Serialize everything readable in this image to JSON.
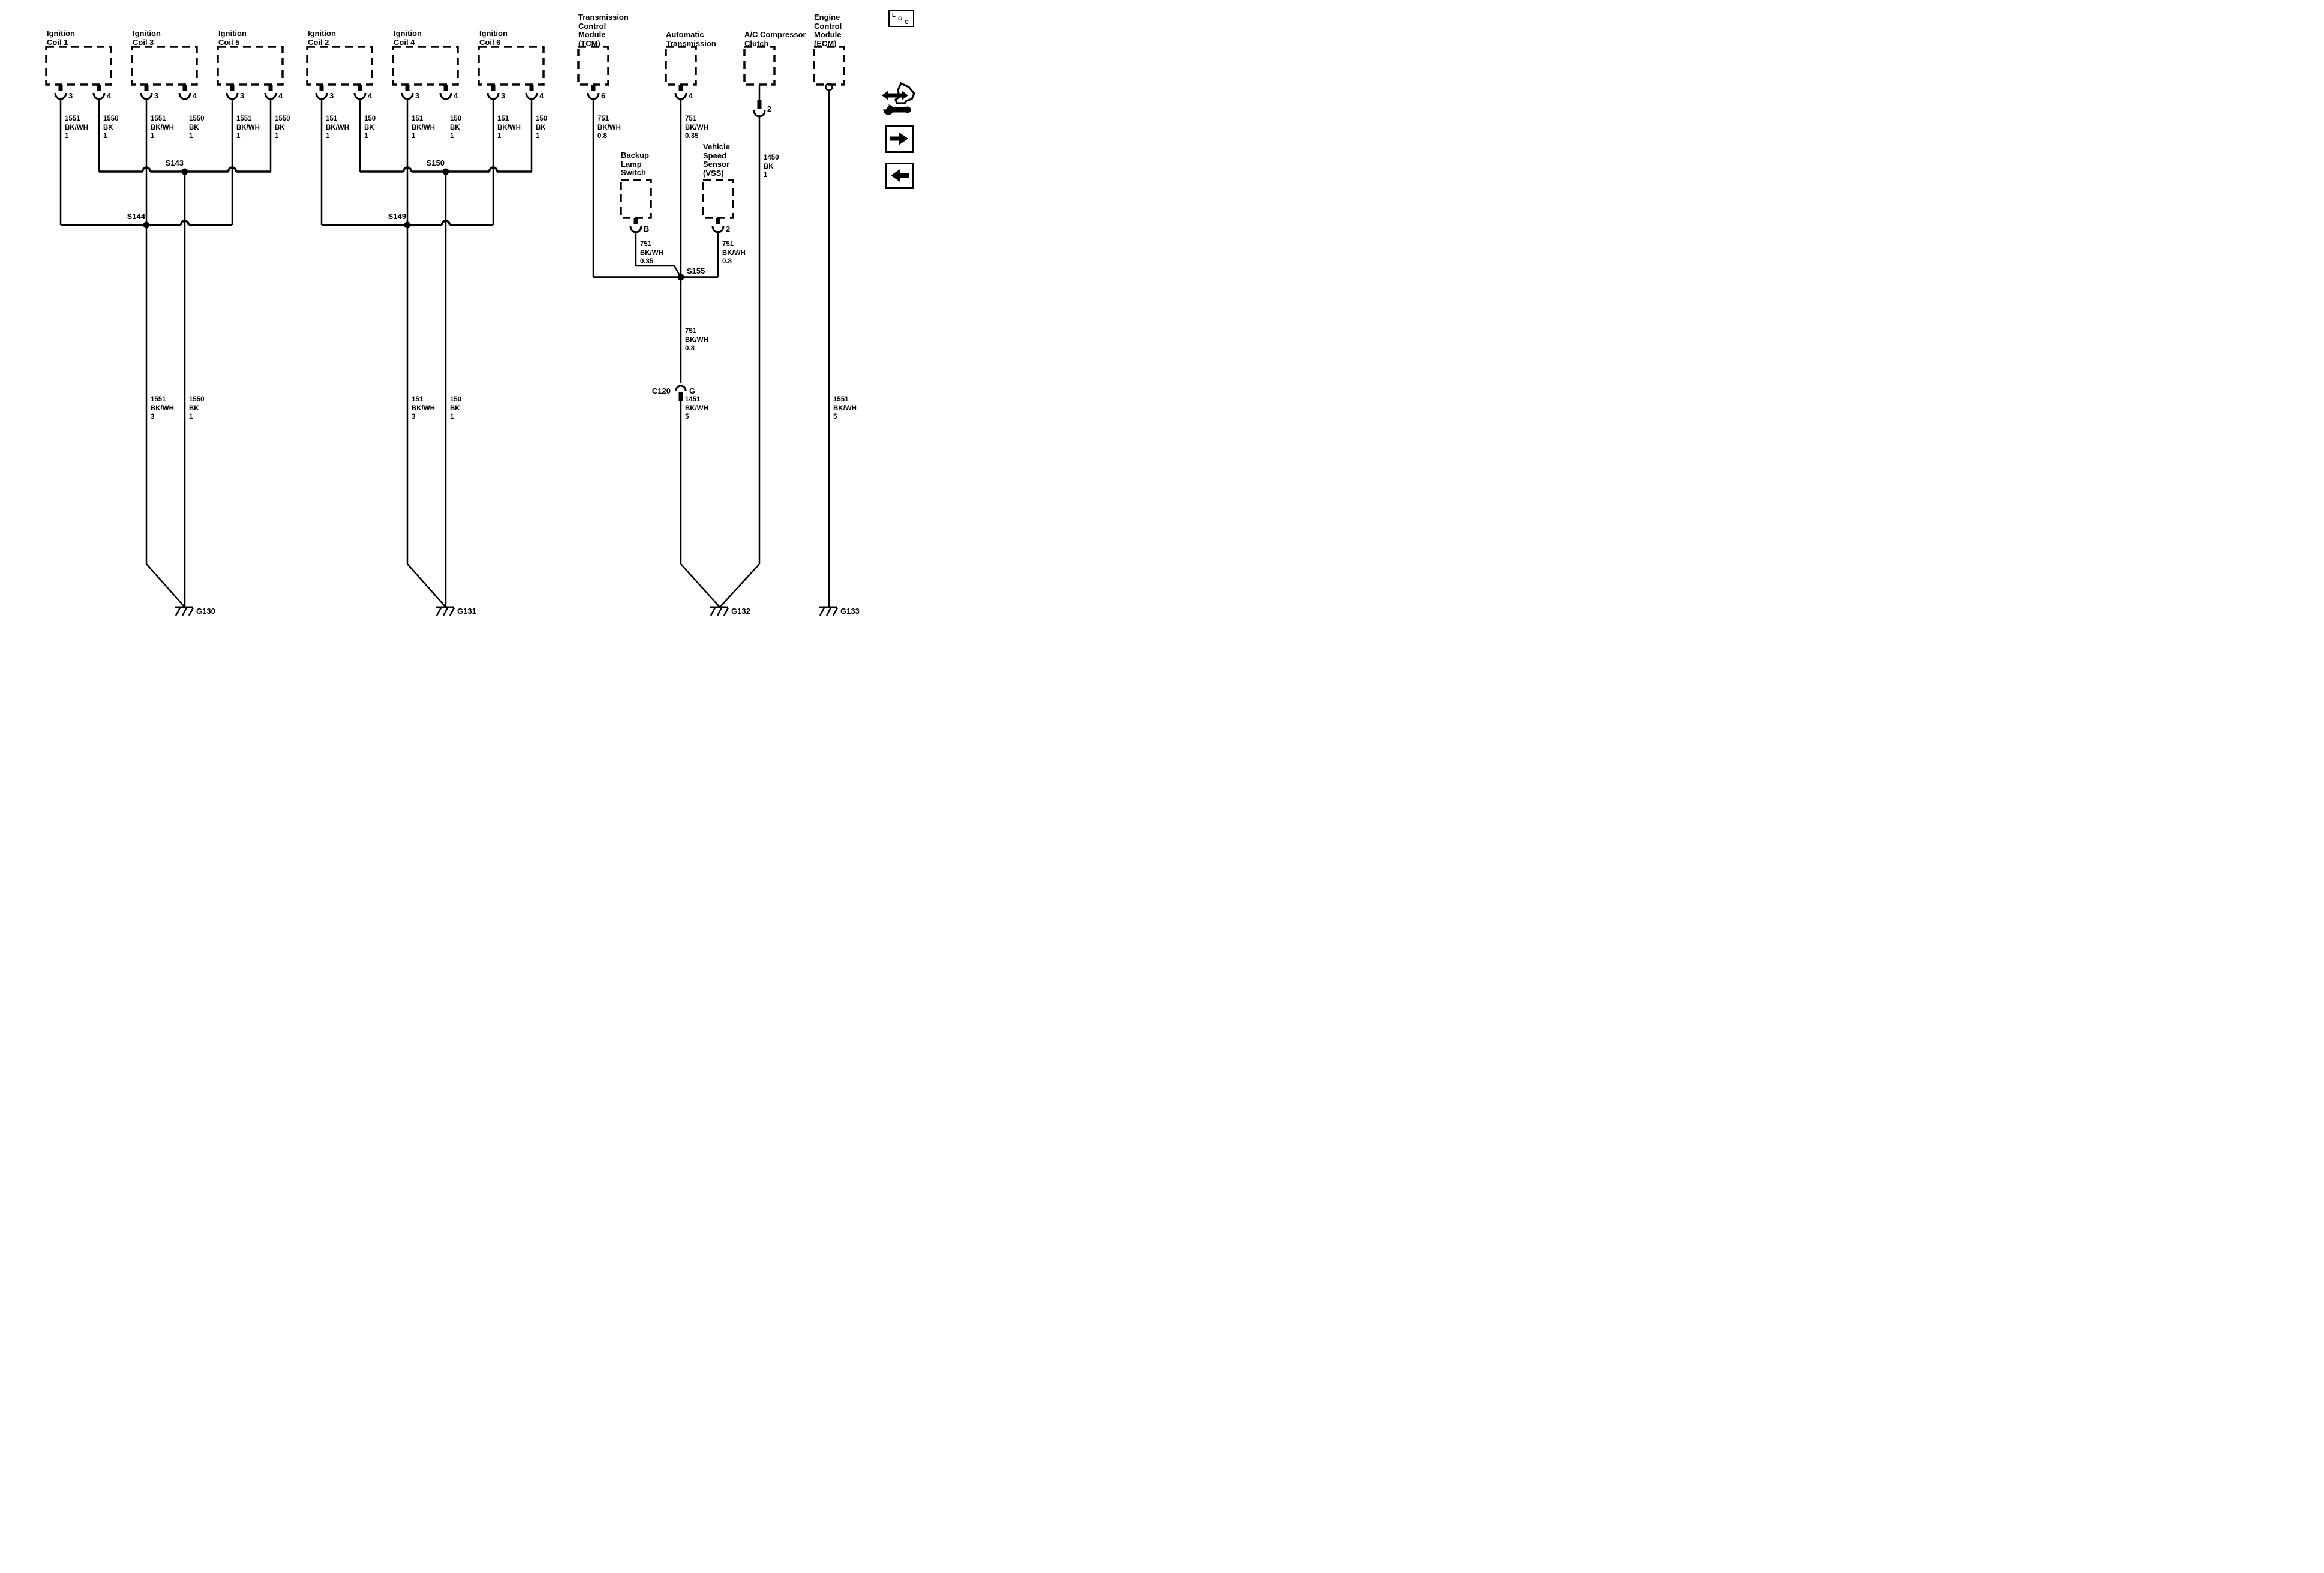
{
  "colors": {
    "ink": "#000000",
    "background": "#ffffff"
  },
  "coils": [
    {
      "name": [
        "Ignition",
        "Coil 1"
      ],
      "pins": [
        "3",
        "4"
      ],
      "wire_a": [
        "1551",
        "BK/WH",
        "1"
      ],
      "wire_b": [
        "1550",
        "BK",
        "1"
      ]
    },
    {
      "name": [
        "Ignition",
        "Coil 3"
      ],
      "pins": [
        "3",
        "4"
      ],
      "wire_a": [
        "1551",
        "BK/WH",
        "1"
      ],
      "wire_b": [
        "1550",
        "BK",
        "1"
      ]
    },
    {
      "name": [
        "Ignition",
        "Coil 5"
      ],
      "pins": [
        "3",
        "4"
      ],
      "wire_a": [
        "1551",
        "BK/WH",
        "1"
      ],
      "wire_b": [
        "1550",
        "BK",
        "1"
      ]
    },
    {
      "name": [
        "Ignition",
        "Coil 2"
      ],
      "pins": [
        "3",
        "4"
      ],
      "wire_a": [
        "151",
        "BK/WH",
        "1"
      ],
      "wire_b": [
        "150",
        "BK",
        "1"
      ]
    },
    {
      "name": [
        "Ignition",
        "Coil 4"
      ],
      "pins": [
        "3",
        "4"
      ],
      "wire_a": [
        "151",
        "BK/WH",
        "1"
      ],
      "wire_b": [
        "150",
        "BK",
        "1"
      ]
    },
    {
      "name": [
        "Ignition",
        "Coil 6"
      ],
      "pins": [
        "3",
        "4"
      ],
      "wire_a": [
        "151",
        "BK/WH",
        "1"
      ],
      "wire_b": [
        "150",
        "BK",
        "1"
      ]
    }
  ],
  "splices": {
    "s143": "S143",
    "s144": "S144",
    "s149": "S149",
    "s150": "S150",
    "s155": "S155"
  },
  "trunks": {
    "left_a": [
      "1551",
      "BK/WH",
      "3"
    ],
    "left_b": [
      "1550",
      "BK",
      "1"
    ],
    "mid_a": [
      "151",
      "BK/WH",
      "3"
    ],
    "mid_b": [
      "150",
      "BK",
      "1"
    ]
  },
  "modules": {
    "tcm": {
      "name": [
        "Transmission",
        "Control",
        "Module",
        "(TCM)"
      ],
      "pin": "6",
      "wire": [
        "751",
        "BK/WH",
        "0.8"
      ]
    },
    "auto_trans": {
      "name": [
        "Automatic",
        "Transmission"
      ],
      "pin": "4",
      "wire": [
        "751",
        "BK/WH",
        "0.35"
      ]
    },
    "backup": {
      "name": [
        "Backup",
        "Lamp",
        "Switch"
      ],
      "pin": "B",
      "wire": [
        "751",
        "BK/WH",
        "0.35"
      ]
    },
    "vss": {
      "name": [
        "Vehicle",
        "Speed",
        "Sensor",
        "(VSS)"
      ],
      "pin": "2",
      "wire": [
        "751",
        "BK/WH",
        "0.8"
      ]
    },
    "ac": {
      "name": [
        "A/C Compressor",
        "Clutch"
      ],
      "pin": "2",
      "wire": [
        "1450",
        "BK",
        "1"
      ]
    },
    "ecm": {
      "name": [
        "Engine",
        "Control",
        "Module",
        "(ECM)"
      ],
      "wire": [
        "1551",
        "BK/WH",
        "5"
      ]
    }
  },
  "c120": {
    "label": "C120",
    "pin": "G",
    "wire_above": [
      "751",
      "BK/WH",
      "0.8"
    ],
    "wire_below": [
      "1451",
      "BK/WH",
      "5"
    ]
  },
  "grounds": {
    "g130": "G130",
    "g131": "G131",
    "g132": "G132",
    "g133": "G133"
  },
  "nav": {
    "loc": [
      "L",
      "O",
      "C"
    ]
  }
}
